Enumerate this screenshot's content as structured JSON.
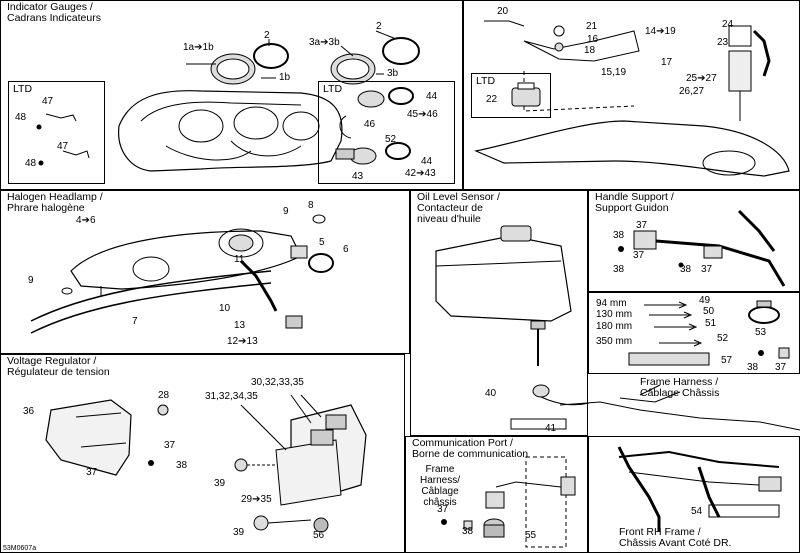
{
  "diagram_code": "53M0607a",
  "panels": {
    "indicator_gauges": {
      "title": "Indicator Gauges /\nCadrans Indicateurs",
      "labels": [
        "2",
        "1a➔1b",
        "2",
        "3a➔3b",
        "1b",
        "3b"
      ],
      "ltd_left": {
        "title": "LTD",
        "labels": [
          "47",
          "48",
          "47",
          "48"
        ]
      },
      "ltd_right": {
        "title": "LTD",
        "labels": [
          "44",
          "45➔46",
          "46",
          "52",
          "44",
          "42➔43",
          "43"
        ]
      }
    },
    "top_right": {
      "labels": [
        "20",
        "21",
        "16",
        "18",
        "14➔19",
        "17",
        "15,19",
        "24",
        "23",
        "25➔27",
        "26,27"
      ],
      "ltd": {
        "title": "LTD",
        "labels": [
          "22"
        ]
      }
    },
    "halogen_headlamp": {
      "title": "Halogen Headlamp /\nPhrare halogène",
      "labels": [
        "4➔6",
        "9",
        "8",
        "5",
        "6",
        "11",
        "9",
        "10",
        "7",
        "13",
        "12➔13"
      ]
    },
    "oil_level_sensor": {
      "title": "Oil Level Sensor /\nContacteur de\nniveau d'huile",
      "labels": [
        "40",
        "41"
      ]
    },
    "handle_support": {
      "title": "Handle Support /\nSupport Guidon",
      "labels": [
        "37",
        "38",
        "37",
        "38",
        "38",
        "37"
      ]
    },
    "ties": {
      "sizes": [
        "94 mm",
        "130 mm",
        "180 mm",
        "350 mm"
      ],
      "labels": [
        "49",
        "50",
        "51",
        "52",
        "53",
        "57",
        "38",
        "37"
      ]
    },
    "frame_harness": {
      "title": "Frame Harness /\nCâblage Châssis"
    },
    "voltage_regulator": {
      "title": "Voltage Regulator /\nRégulateur de tension",
      "labels": [
        "28",
        "36",
        "37",
        "37",
        "38",
        "30,32,33,35",
        "31,32,34,35",
        "39",
        "29➔35",
        "39",
        "56"
      ]
    },
    "communication_port": {
      "title": "Communication Port /\nBorne de communication",
      "frame_label": "Frame\nHarness/\nCâblage\nchâssis",
      "labels": [
        "37",
        "38",
        "55"
      ]
    },
    "front_rh_frame": {
      "title": "Front RH Frame /\nChâssis Avant Coté DR.",
      "labels": [
        "54"
      ]
    }
  }
}
